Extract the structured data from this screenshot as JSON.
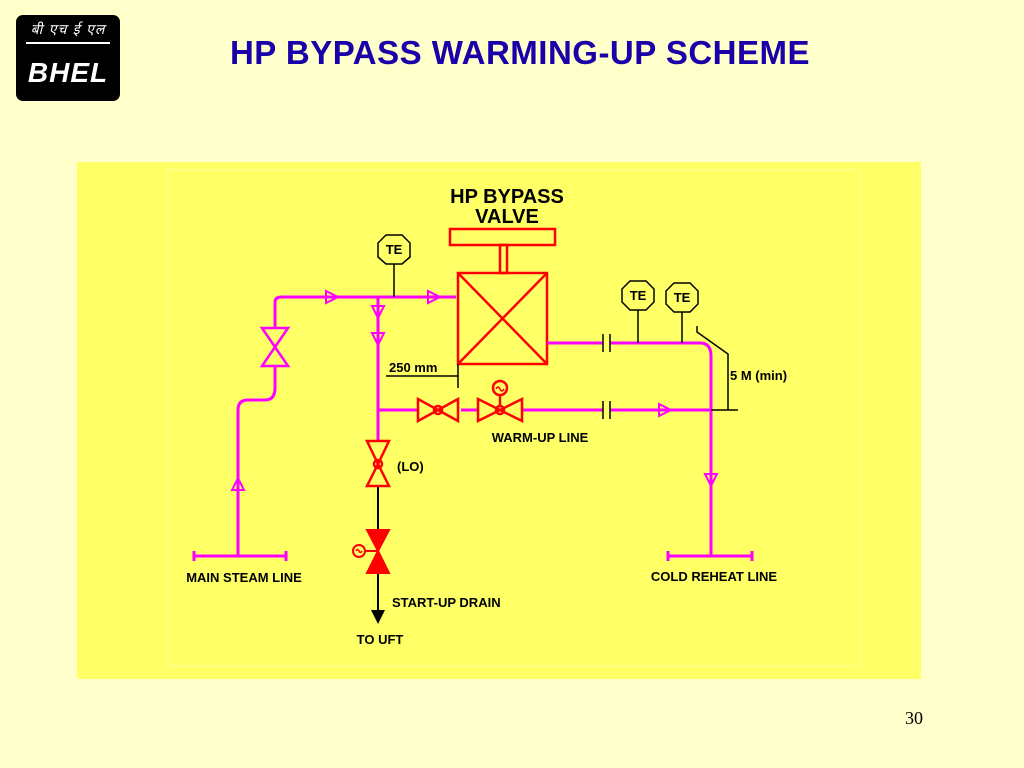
{
  "logo": {
    "hindi_text": "बी एच ई एल",
    "brand_text": "BHEL"
  },
  "title": "HP BYPASS WARMING-UP SCHEME",
  "page_number": "30",
  "diagram": {
    "valve_label_line1": "HP BYPASS",
    "valve_label_line2": "VALVE",
    "te_top": "TE",
    "te_right1": "TE",
    "te_right2": "TE",
    "dim_250": "250 mm",
    "dim_5m": "5 M (min)",
    "warm_up_line": "WARM-UP LINE",
    "lo": "(LO)",
    "main_steam_line": "MAIN STEAM LINE",
    "cold_reheat_line": "COLD REHEAT LINE",
    "start_up_drain": "START-UP DRAIN",
    "to_uft": "TO UFT"
  },
  "colors": {
    "title": "#1a00a8",
    "pipe": "#ff00ff",
    "valve": "#ff0000",
    "panel": "#ffff66",
    "background": "#ffffcc"
  }
}
